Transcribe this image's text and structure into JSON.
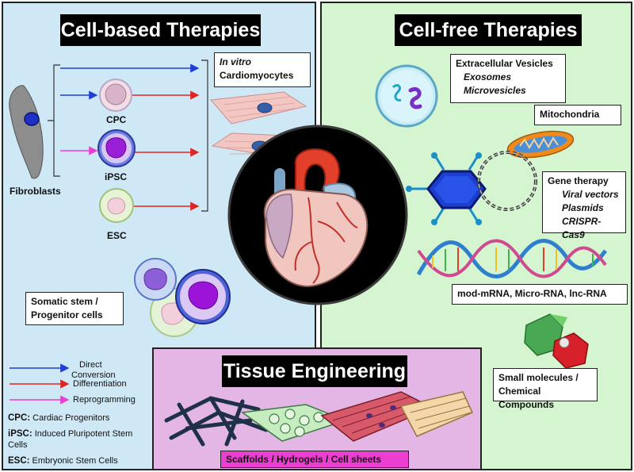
{
  "left_panel": {
    "title": "Cell-based Therapies",
    "invitro_line1": "In vitro",
    "invitro_line2": "Cardiomyocytes",
    "cell_labels": {
      "fibroblasts": "Fibroblasts",
      "cpc": "CPC",
      "ipsc": "iPSC",
      "esc": "ESC"
    },
    "somatic_line1": "Somatic stem /",
    "somatic_line2": "Progenitor cells",
    "legend": [
      {
        "line1": "Direct",
        "line2": "Conversion",
        "color": "#1f3fd8"
      },
      {
        "line1": "Differentiation",
        "line2": "",
        "color": "#e02424"
      },
      {
        "line1": "Reprogramming",
        "line2": "",
        "color": "#e83fd2"
      }
    ],
    "abbreviations": [
      {
        "abbr": "CPC:",
        "text": " Cardiac Progenitors"
      },
      {
        "abbr": "iPSC:",
        "text": " Induced Pluripotent Stem Cells"
      },
      {
        "abbr": "ESC:",
        "text": " Embryonic Stem Cells"
      }
    ]
  },
  "right_panel": {
    "title": "Cell-free Therapies",
    "ev_title": "Extracellular Vesicles",
    "ev_item1": "Exosomes",
    "ev_item2": "Microvesicles",
    "mito": "Mitochondria",
    "gene_title": "Gene therapy",
    "gene_item1": "Viral vectors",
    "gene_item2": "Plasmids",
    "gene_item3": "CRISPR-Cas9",
    "rna": "mod-mRNA, Micro-RNA, lnc-RNA",
    "small_line1": "Small molecules /",
    "small_line2": "Chemical Compounds"
  },
  "tissue_panel": {
    "title": "Tissue Engineering",
    "caption": "Scaffolds / Hydrogels / Cell sheets"
  },
  "colors": {
    "direct": "#1f3fd8",
    "differentiation": "#e02424",
    "reprogramming": "#e83fd2",
    "left_bg": "#cfe8f6",
    "right_bg": "#d4f5d0",
    "tissue_bg": "#e3b6e6"
  }
}
